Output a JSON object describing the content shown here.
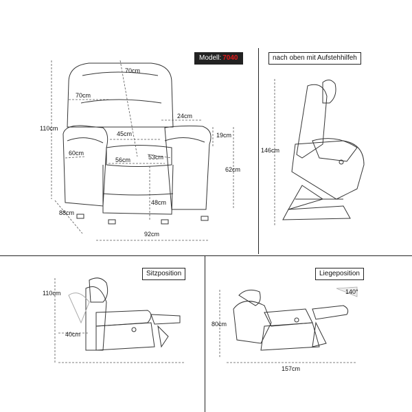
{
  "front_view": {
    "model_label": "Modell:",
    "model_number": "7040",
    "dims": {
      "height_total": "110cm",
      "back_height": "70cm",
      "back_width": "70cm",
      "arm_width": "24cm",
      "seat_width_inner": "45cm",
      "arm_height": "19cm",
      "seat_width": "56cm",
      "seat_depth": "53cm",
      "arm_front": "60cm",
      "arm_total_height": "62cm",
      "seat_height": "48cm",
      "depth": "88cm",
      "width": "92cm"
    }
  },
  "lift_view": {
    "title": "nach oben mit Aufstehhilfeh",
    "height": "146cm"
  },
  "sit_view": {
    "title": "Sitzposition",
    "height": "110cm",
    "clearance": "40cm"
  },
  "lie_view": {
    "title": "Liegeposition",
    "angle": "140°",
    "height": "80cm",
    "length": "157cm"
  }
}
